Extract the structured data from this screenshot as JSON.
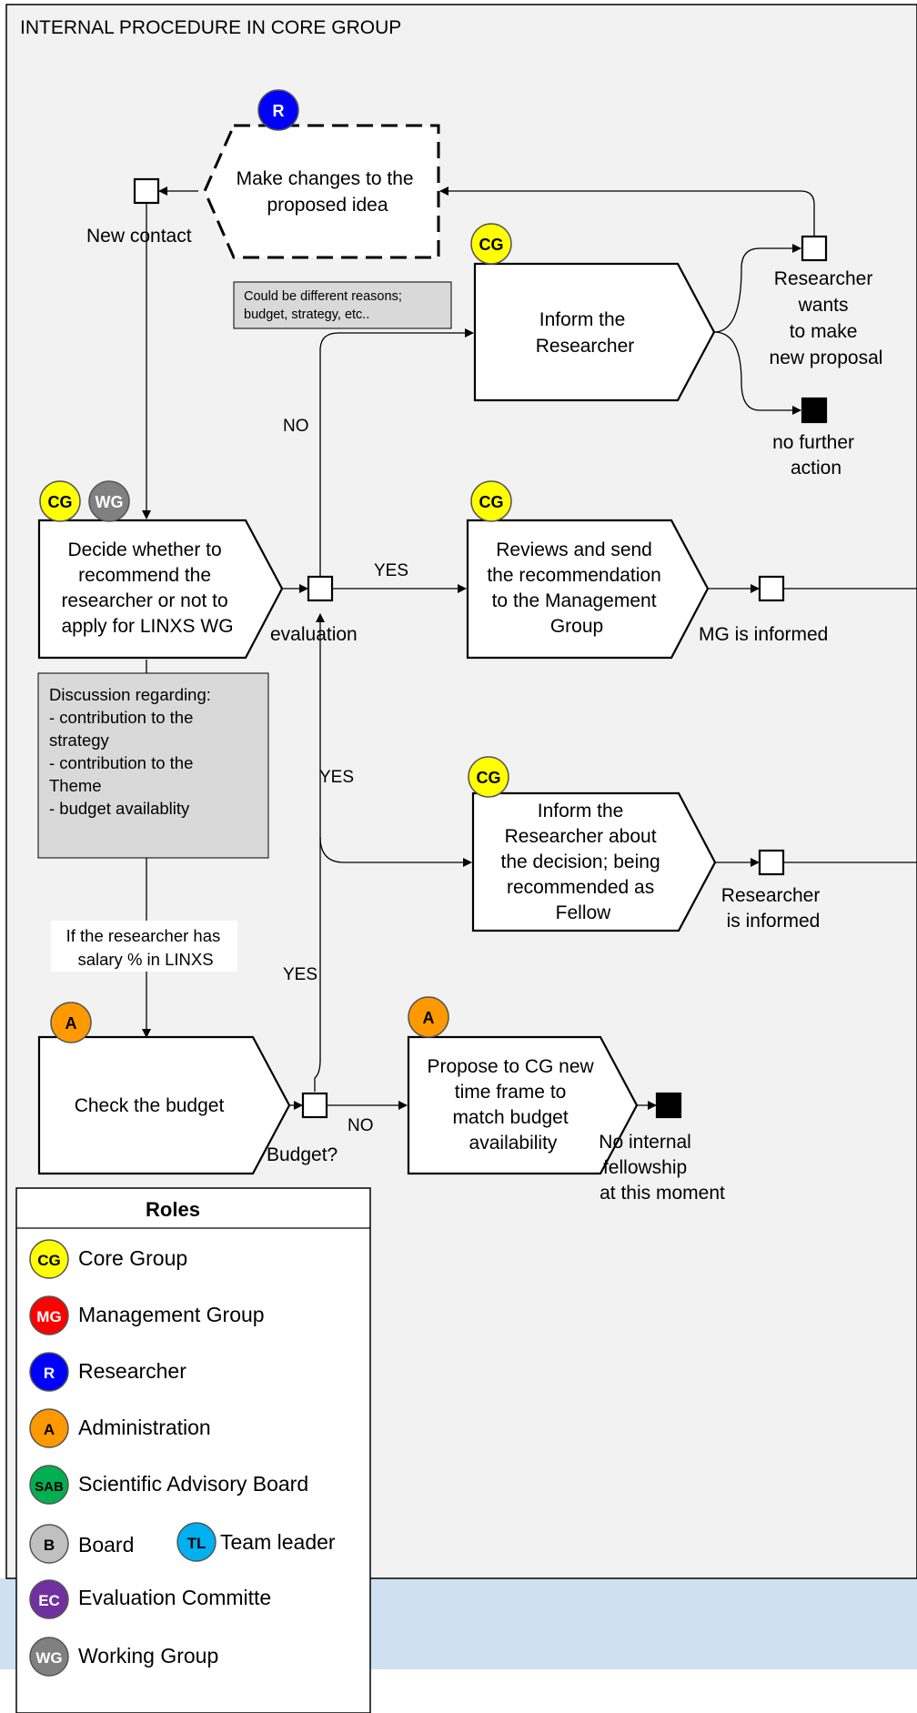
{
  "title": "INTERNAL PROCEDURE IN CORE GROUP",
  "colors": {
    "background": "#f2f2f2",
    "blue_band": "#cfe0f1",
    "note_fill": "#d9d9d9",
    "core_group": "#ffff00",
    "management_group": "#ff0000",
    "researcher": "#0000ff",
    "administration": "#ff9900",
    "sab": "#00b050",
    "board": "#c0c0c0",
    "team_leader": "#00b0f0",
    "evaluation_committee": "#7030a0",
    "working_group": "#808080"
  },
  "tasks": {
    "make_changes": [
      "Make changes to the",
      "proposed idea"
    ],
    "inform_researcher": [
      "Inform the",
      "Researcher"
    ],
    "decide": [
      "Decide whether to",
      "recommend the",
      "researcher or not to",
      "apply for LINXS WG"
    ],
    "reviews_send": [
      "Reviews and send",
      "the recommendation",
      "to the Management",
      "Group"
    ],
    "inform_decision": [
      "Inform the",
      "Researcher about",
      "the decision; being",
      "recommended as",
      "Fellow"
    ],
    "check_budget": [
      "Check the budget"
    ],
    "propose_time": [
      "Propose to CG new",
      "time frame to",
      "match budget",
      "availability"
    ]
  },
  "badges": {
    "make_changes": "R",
    "inform_researcher": "CG",
    "decide_cg": "CG",
    "decide_wg": "WG",
    "reviews_send": "CG",
    "inform_decision": "CG",
    "check_budget": "A",
    "propose_time": "A"
  },
  "events": {
    "new_contact": "New contact",
    "researcher_wants": [
      "Researcher",
      "wants",
      "to make",
      "new proposal"
    ],
    "no_further": [
      "no further",
      "action"
    ],
    "evaluation": "evaluation",
    "mg_informed": "MG is informed",
    "researcher_informed": [
      "Researcher",
      "is informed"
    ],
    "budget": "Budget?",
    "no_internal": [
      "No internal",
      "fellowship",
      "at this moment"
    ]
  },
  "notes": {
    "reasons": [
      "Could be different reasons;",
      "budget, strategy, etc.."
    ],
    "discussion": [
      "Discussion regarding:",
      "- contribution to the",
      "strategy",
      "- contribution to the",
      "Theme",
      "- budget availablity"
    ]
  },
  "flow_labels": {
    "no_top": "NO",
    "yes_mg": "YES",
    "yes_fellow": "YES",
    "yes_budget": "YES",
    "no_budget": "NO",
    "salary": [
      "If the researcher has",
      "salary % in LINXS"
    ]
  },
  "legend": {
    "title": "Roles",
    "items": [
      {
        "code": "CG",
        "label": "Core Group"
      },
      {
        "code": "MG",
        "label": "Management Group"
      },
      {
        "code": "R",
        "label": "Researcher"
      },
      {
        "code": "A",
        "label": "Administration"
      },
      {
        "code": "SAB",
        "label": "Scientific Advisory Board"
      },
      {
        "code": "B",
        "label": "Board"
      },
      {
        "code": "TL",
        "label": "Team leader"
      },
      {
        "code": "EC",
        "label": "Evaluation Committe"
      },
      {
        "code": "WG",
        "label": "Working Group"
      }
    ]
  }
}
